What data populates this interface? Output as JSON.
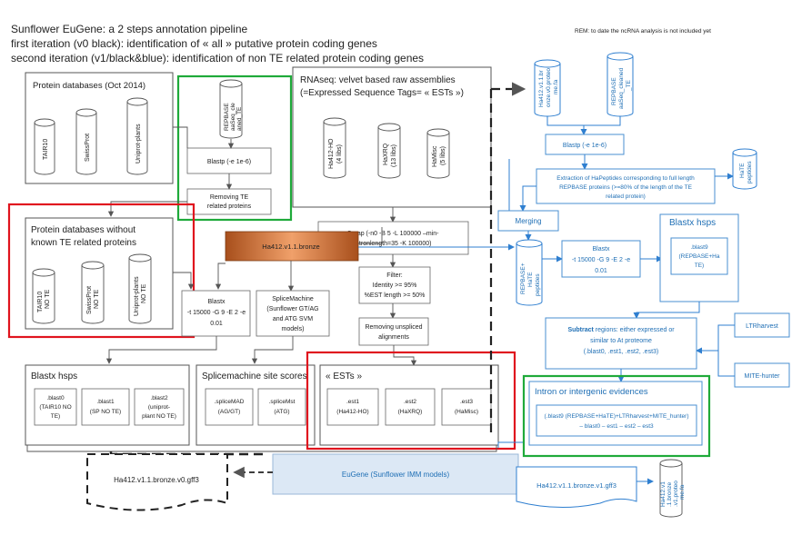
{
  "header": {
    "line1": "Sunflower EuGene: a 2 steps annotation pipeline",
    "line2": "first iteration (v0 black): identification of « all » putative protein coding genes",
    "line3": "second iteration (v1/black&blue): identification of non TE related protein coding genes",
    "rem": "REM: to date the ncRNA analysis is not included yet"
  },
  "protein_db": {
    "title": "Protein databases (Oct 2014)",
    "cyl1": "TAIR10",
    "cyl2": "SwissProt",
    "cyl3": "Uniprot-plants",
    "repbase_l1": "REPBASE",
    "repbase_l2": "aaSeq_cle",
    "repbase_l3": "aned_TE",
    "blastp": "Blastp (-e 1e-6)",
    "remove_l1": "Removing TE",
    "remove_l2": "related proteins"
  },
  "protein_db_note": {
    "title_l1": "Protein databases without",
    "title_l2": "known TE related proteins",
    "cyl1_l1": "TAIR10",
    "cyl1_l2": "NO TE",
    "cyl2_l1": "SwissProt",
    "cyl2_l2": "NO TE",
    "cyl3_l1": "Uniprot-plants",
    "cyl3_l2": "NO TE"
  },
  "rnaseq": {
    "title_l1": "RNAseq: velvet based raw assemblies",
    "title_l2": "(=Expressed Sequence Tags= « ESTs »)",
    "c1_l1": "Ha412-HO",
    "c1_l2": "(4 libs)",
    "c2_l1": "HaXRQ",
    "c2_l2": "(13 libs)",
    "c3_l1": "HaMisc",
    "c3_l2": "(5 libs)",
    "gmap_l1": "Gmap (-n0 -B 5 -L 100000 –min-",
    "gmap_l2": "intronlength=35 -K 100000)",
    "filter_l1": "Filter:",
    "filter_l2": "Identity >= 95%",
    "filter_l3": "%EST length >= 50%",
    "unspliced_l1": "Removing unspliced",
    "unspliced_l2": "alignments"
  },
  "genome": {
    "label": "Ha412.v1.1.bronze"
  },
  "blastx_left": {
    "l1": "Blastx",
    "l2": "-t 15000 -G 9 -E 2 -e",
    "l3": "0.01"
  },
  "splicemachine": {
    "l1": "SpliceMachine",
    "l2": "(Sunflower GT/AG",
    "l3": "and ATG SVM",
    "l4": "models)"
  },
  "blastx_hsps": {
    "title": "Blastx hsps",
    "b0_l1": ".blast0",
    "b0_l2": "(TAIR10 NO",
    "b0_l3": "TE)",
    "b1_l1": ".blast1",
    "b1_l2": "(SP NO TE)",
    "b2_l1": ".blast2",
    "b2_l2": "(uniprot-",
    "b2_l3": "plant NO TE)"
  },
  "splice_scores": {
    "title": "Splicemachine site scores",
    "s1_l1": ".spliceMAD",
    "s1_l2": "(AG/GT)",
    "s2_l1": ".spliceMst",
    "s2_l2": "(ATG)"
  },
  "ests": {
    "title": "« ESTs »",
    "e1_l1": ".est1",
    "e1_l2": "(Ha412-HO)",
    "e2_l1": ".est2",
    "e2_l2": "(HaXRQ)",
    "e3_l1": ".est3",
    "e3_l2": "(HaMisc)"
  },
  "eugene": {
    "label": "EuGene (Sunflower IMM models)",
    "out_v0": "Ha412.v1.1.bronze.v0.gff3",
    "out_v1": "Ha412.v1.1.bronze.v1.gff3"
  },
  "right": {
    "proteome_l1": "Ha412.v1.1.br",
    "proteome_l2": "onze.v0.proteo",
    "proteome_l3": "me.fa",
    "repclean_l1": "REPBASE",
    "repclean_l2": "aaSeq_cleaned",
    "repclean_l3": "_TE",
    "blastp": "Blastp (-e 1e-6)",
    "hate_l1": "HaTE",
    "hate_l2": "peptides",
    "extract_l1": "Extraction of HaPeptides corresponding to full length",
    "extract_l2": "REPBASE proteins (>=80% of the length of the TE",
    "extract_l3": "related protein)",
    "merging": "Merging",
    "rh_l1": "REPBASE+",
    "rh_l2": "HaTE",
    "rh_l3": "peptides",
    "blastx_l1": "Blastx",
    "blastx_l2": "-t 15000 -G 9 -E 2 -e",
    "blastx_l3": "0.01",
    "hsps_title": "Blastx hsps",
    "blast9_l1": ".blast9",
    "blast9_l2": "(REPBASE+Ha",
    "blast9_l3": "TE)",
    "ltr": "LTRharvest",
    "mite": "MITE-hunter",
    "subtract_b": "Subtract",
    "subtract_l1": " regions: either expressed or",
    "subtract_l2": "similar to At proteome",
    "subtract_l3": "(.blast0, .est1, .est2, .est3)",
    "intron_title": "Intron or intergenic evidences",
    "intron_l1": "(.blast9 (REPBASE+HaTE)+LTRharvest+MITE_hunter)",
    "intron_l2": "– blast0 – est1 – est2 – est3",
    "final_l1": "Ha412.v1",
    "final_l2": ".1.bronze",
    "final_l3": ".v1.proteo",
    "final_l4": "me.fa"
  },
  "colors": {
    "blue": "#2f7fd0",
    "green": "#1faa3a",
    "red": "#e0141e",
    "bronze": "#c8682a",
    "eugene_fill": "#dce8f5"
  }
}
